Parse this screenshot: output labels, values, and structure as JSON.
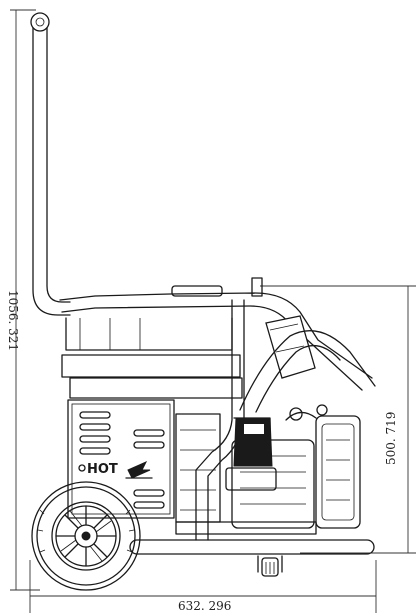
{
  "dimensions": {
    "height_total": "1056. 321",
    "height_frame": "500. 719",
    "width_total": "632. 296"
  },
  "labels": {
    "hot_warning": "HOT"
  }
}
